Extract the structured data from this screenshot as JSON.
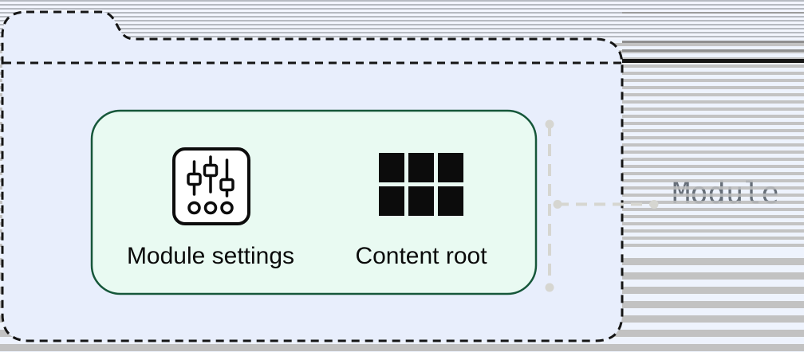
{
  "diagram": {
    "folder": {
      "name": "module-folder",
      "fill": "#E8EEFC",
      "border": "#151515"
    },
    "panel": {
      "fill": "#E9FAF2",
      "border": "#16573A",
      "items": [
        {
          "label": "Module settings",
          "icon": "sliders-icon"
        },
        {
          "label": "Content root",
          "icon": "grid-icon"
        }
      ]
    },
    "annotation": {
      "label": "Module",
      "text_color": "#666E78",
      "line_color": "#D6D6D1"
    },
    "background": {
      "stripe_gray": "#C3C3C3",
      "stripe_light": "#EEF3FD"
    },
    "icon_color": "#0C0C0C"
  }
}
